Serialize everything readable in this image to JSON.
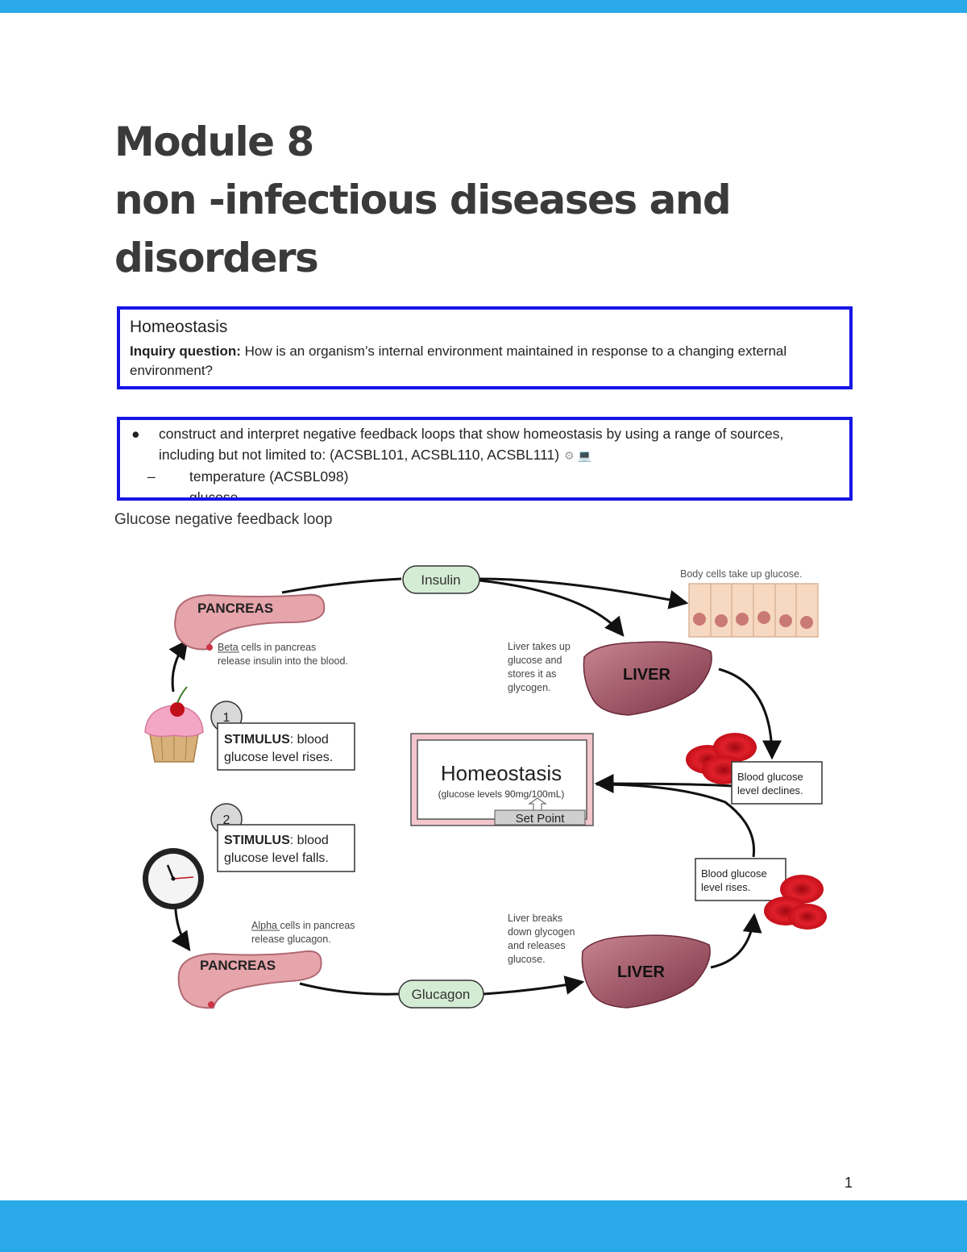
{
  "header": {
    "title_lines": [
      "Module 8",
      "non -infectious diseases and",
      "disorders"
    ]
  },
  "homeostasis_box": {
    "heading": "Homeostasis",
    "inquiry_label": "Inquiry question:",
    "inquiry_text": " How is an organism’s internal environment maintained in response to a changing external environment?"
  },
  "content_box": {
    "bullet": "●",
    "item_text": "construct and interpret negative feedback loops that show homeostasis by using a range of sources, including but not limited to: (ACSBL101, ACSBL110, ACSBL111)",
    "icons": [
      "gear-icon",
      "computer-icon"
    ],
    "dash": "–",
    "sub_items": [
      "temperature (ACSBL098)",
      "glucose"
    ]
  },
  "caption": "Glucose negative feedback loop",
  "diagram": {
    "insulin": "Insulin",
    "glucagon": "Glucagon",
    "pancreas": "PANCREAS",
    "liver": "LIVER",
    "body_cells": "Body cells take up glucose.",
    "beta_cells": [
      "Beta cells in pancreas",
      "release insulin into the blood."
    ],
    "alpha_cells": [
      "Alpha cells in pancreas",
      "release glucagon."
    ],
    "liver_takes": [
      "Liver takes up",
      "glucose and",
      "stores it as",
      "glycogen."
    ],
    "liver_breaks": [
      "Liver breaks",
      "down glycogen",
      "and releases",
      "glucose."
    ],
    "stimulus1_num": "1",
    "stimulus1_label": "STIMULUS",
    "stimulus1_line1_rest": ":  blood",
    "stimulus1_line2": "glucose level rises.",
    "stimulus2_num": "2",
    "stimulus2_label": "STIMULUS",
    "stimulus2_line1_rest": ":  blood",
    "stimulus2_line2": "glucose level falls.",
    "homeostasis_title": "Homeostasis",
    "homeostasis_sub": "(glucose levels 90mg/100mL)",
    "set_point": "Set Point",
    "declines": [
      "Blood glucose",
      "level declines."
    ],
    "rises": [
      "Blood glucose",
      "level rises."
    ]
  },
  "page_number": "1",
  "colors": {
    "accent_bar": "#29a9e8",
    "box_border": "#1515e6",
    "pill_fill": "#d4ecd4",
    "organ_pink": "#e8a0a8",
    "liver_red": "#9e4a5a",
    "blood_red": "#d0141e"
  }
}
